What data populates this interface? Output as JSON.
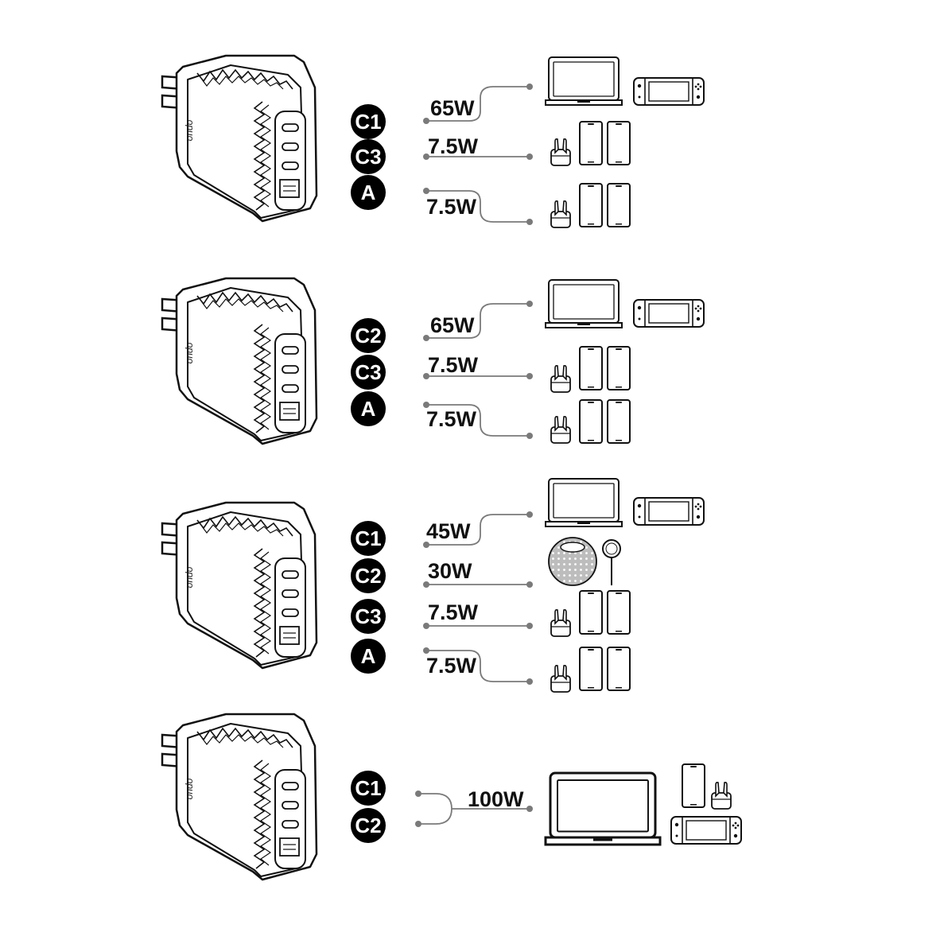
{
  "brand": "ondo",
  "colors": {
    "ink": "#111111",
    "badge": "#000000",
    "badge_text": "#ffffff",
    "connector": "#7a7a7a",
    "speaker_fill": "#bdbdbd"
  },
  "configurations": [
    {
      "ports": [
        {
          "label": "C1",
          "watt": "65W",
          "devices": [
            "laptop-icon",
            "game-console-icon"
          ]
        },
        {
          "label": "C3",
          "watt": "7.5W",
          "devices": [
            "earbuds-icon",
            "phone-icon",
            "phone-icon"
          ]
        },
        {
          "label": "A",
          "watt": "7.5W",
          "devices": [
            "earbuds-icon",
            "phone-icon",
            "phone-icon"
          ]
        }
      ]
    },
    {
      "ports": [
        {
          "label": "C2",
          "watt": "65W",
          "devices": [
            "laptop-icon",
            "game-console-icon"
          ]
        },
        {
          "label": "C3",
          "watt": "7.5W",
          "devices": [
            "earbuds-icon",
            "phone-icon",
            "phone-icon"
          ]
        },
        {
          "label": "A",
          "watt": "7.5W",
          "devices": [
            "earbuds-icon",
            "phone-icon",
            "phone-icon"
          ]
        }
      ]
    },
    {
      "ports": [
        {
          "label": "C1",
          "watt": "45W",
          "devices": [
            "laptop-icon",
            "game-console-icon"
          ]
        },
        {
          "label": "C2",
          "watt": "30W",
          "devices": [
            "smart-speaker-icon",
            "magnetic-charger-icon"
          ]
        },
        {
          "label": "C3",
          "watt": "7.5W",
          "devices": [
            "earbuds-icon",
            "phone-icon",
            "phone-icon"
          ]
        },
        {
          "label": "A",
          "watt": "7.5W",
          "devices": [
            "earbuds-icon",
            "phone-icon",
            "phone-icon"
          ]
        }
      ]
    },
    {
      "ports": [
        {
          "label": "C1"
        },
        {
          "label": "C2"
        }
      ],
      "combined_watt": "100W",
      "devices": [
        "laptop-icon",
        "phone-icon",
        "earbuds-icon",
        "game-console-icon"
      ]
    }
  ]
}
